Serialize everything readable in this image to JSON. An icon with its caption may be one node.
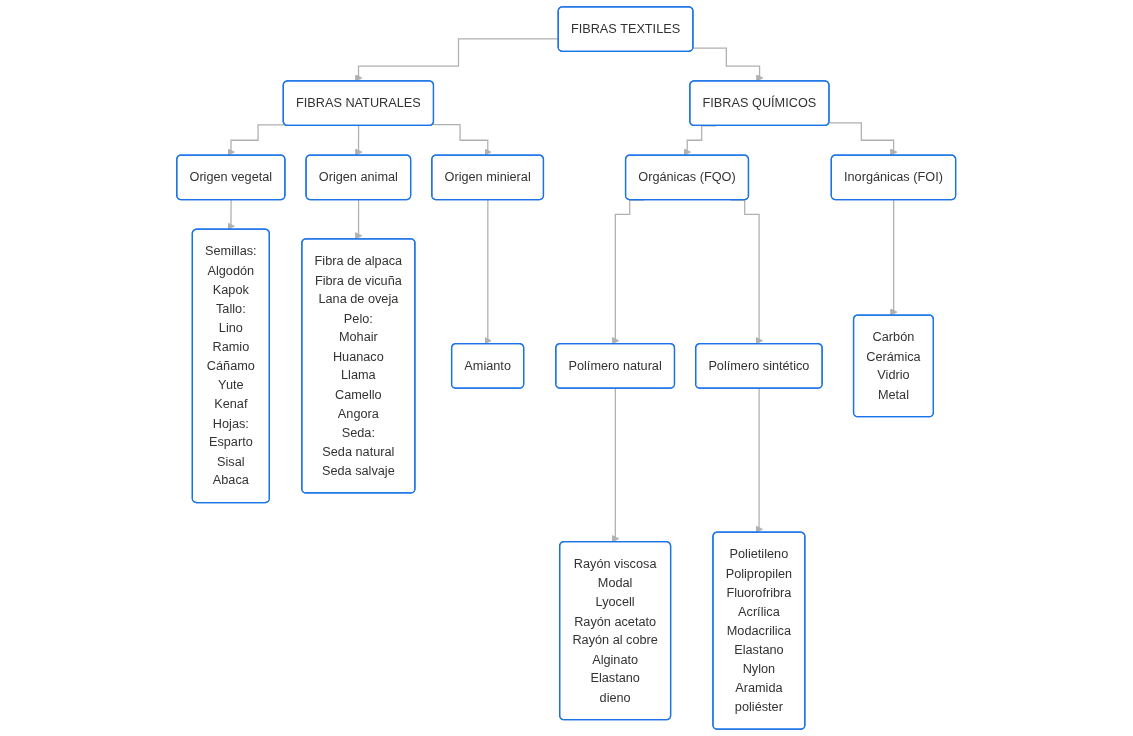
{
  "diagram": {
    "nodes": [
      {
        "text": [
          "FIBRAS TEXTILES"
        ]
      },
      {
        "text": [
          "FIBRAS NATURALES"
        ]
      },
      {
        "text": [
          "FIBRAS QUÍMICOS"
        ]
      },
      {
        "text": [
          "Origen vegetal"
        ]
      },
      {
        "text": [
          "Origen animal"
        ]
      },
      {
        "text": [
          "Origen minieral"
        ]
      },
      {
        "text": [
          "Semillas:",
          "Algodón",
          "Kapok",
          "Tallo:",
          "Lino",
          "Ramio",
          "Cáñamo",
          "Yute",
          "Kenaf",
          "Hojas:",
          "Esparto",
          "Sisal",
          "Abaca"
        ]
      },
      {
        "text": [
          "Fibra de alpaca",
          "Fibra de vicuña",
          "Lana de oveja",
          "Pelo:",
          "Mohair",
          "Huanaco",
          "Llama",
          "Camello",
          "Angora",
          "Seda:",
          "Seda natural",
          "Seda salvaje"
        ]
      },
      {
        "text": [
          "Amianto"
        ]
      },
      {
        "text": [
          "Orgánicas (FQO)"
        ]
      },
      {
        "text": [
          "Inorgánicas (FOI)"
        ]
      },
      {
        "text": [
          "Polímero natural"
        ]
      },
      {
        "text": [
          "Polímero sintético"
        ]
      },
      {
        "text": [
          "Carbón",
          "Cerámica",
          "Vidrio",
          "Metal"
        ]
      },
      {
        "text": [
          "Rayón viscosa",
          "Modal",
          "Lyocell",
          "Rayón acetato",
          "Rayón al cobre",
          "Alginato",
          "Elastano",
          "dieno"
        ]
      },
      {
        "text": [
          "Polietileno",
          "Polipropilen",
          "Fluorofribra",
          "Acrílica",
          "Modacrilica",
          "Elastano",
          "Nylon",
          "Aramida",
          "poliéster"
        ]
      }
    ],
    "edges": [
      {
        "from": 0,
        "to": 1,
        "arrow": "to"
      },
      {
        "from": 0,
        "to": 2,
        "arrow": "to"
      },
      {
        "from": 1,
        "to": 3,
        "arrow": "to"
      },
      {
        "from": 1,
        "to": 4,
        "arrow": "to"
      },
      {
        "from": 1,
        "to": 5,
        "arrow": "to"
      },
      {
        "from": 3,
        "to": 6,
        "arrow": "to"
      },
      {
        "from": 4,
        "to": 7,
        "arrow": "to"
      },
      {
        "from": 5,
        "to": 8,
        "arrow": "to"
      },
      {
        "from": 2,
        "to": 9,
        "arrow": "to"
      },
      {
        "from": 2,
        "to": 10,
        "arrow": "to"
      },
      {
        "from": 9,
        "to": 11,
        "arrow": "to"
      },
      {
        "from": 9,
        "to": 12,
        "arrow": "to"
      },
      {
        "from": 10,
        "to": 13,
        "arrow": "to"
      },
      {
        "from": 11,
        "to": 14,
        "arrow": "to"
      },
      {
        "from": 12,
        "to": 15,
        "arrow": "to"
      }
    ]
  }
}
